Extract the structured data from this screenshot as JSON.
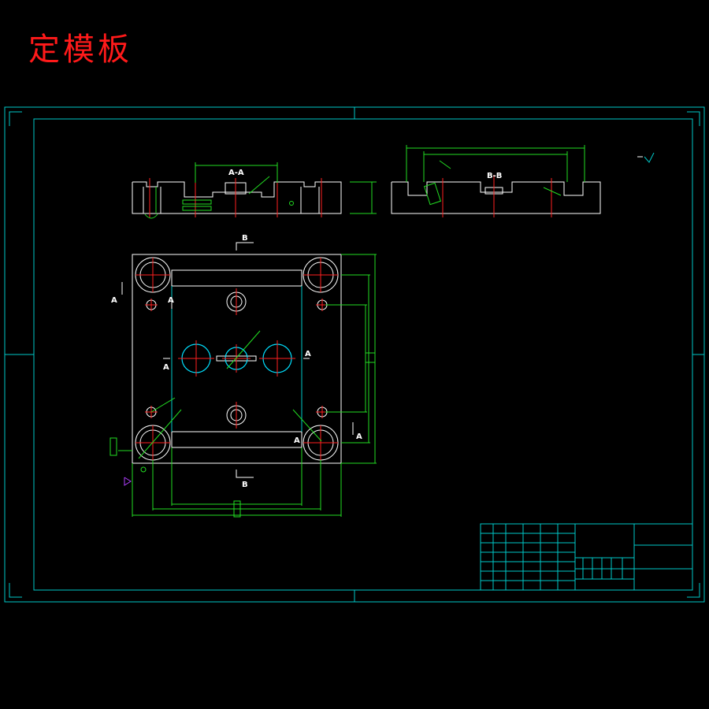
{
  "title": "定模板",
  "labels": {
    "section_aa": "A-A",
    "section_bb": "B-B",
    "cut_a": "A",
    "cut_b": "B"
  },
  "colors": {
    "background": "#000000",
    "border": "#00c8c8",
    "geometry": "#ffffff",
    "centerline": "#ff2020",
    "dimension": "#22dd22",
    "hole": "#00e0ff",
    "title": "#ff1a1a",
    "symbol": "#b040ff"
  }
}
